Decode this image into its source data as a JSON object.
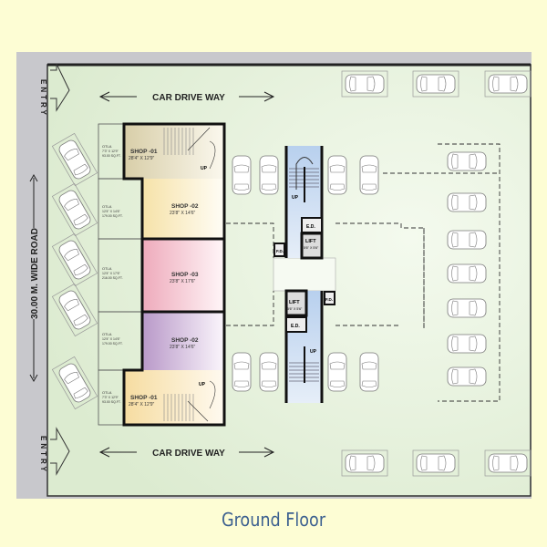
{
  "caption": "Ground Floor",
  "road_label": "30.00 M. WIDE ROAD",
  "entry_label": "ENTRY",
  "driveway_label": "CAR DRIVE WAY",
  "shops": [
    {
      "name": "SHOP -01",
      "size": "28'4\" X 12'9\"",
      "otla_label": "OTLA",
      "otla_size": "7'3\" X 12'9\"",
      "otla_area": "93.00 SQ.FT."
    },
    {
      "name": "SHOP -02",
      "size": "23'8\" X 14'6\"",
      "otla_label": "OTLA",
      "otla_size": "12'4\" X 14'6\"",
      "otla_area": "179.00 SQ.FT."
    },
    {
      "name": "SHOP -03",
      "size": "23'8\" X 17'6\"",
      "otla_label": "OTLA",
      "otla_size": "12'4\" X 17'6\"",
      "otla_area": "216.00 SQ.FT."
    },
    {
      "name": "SHOP -02",
      "size": "23'8\" X 14'6\"",
      "otla_label": "OTLA",
      "otla_size": "12'4\" X 14'6\"",
      "otla_area": "179.00 SQ.FT."
    },
    {
      "name": "SHOP -01",
      "size": "28'4\" X 12'9\"",
      "otla_label": "OTLA",
      "otla_size": "7'3\" X 12'9\"",
      "otla_area": "93.00 SQ.FT."
    }
  ],
  "core": {
    "lift": "LIFT",
    "lift_size": "5'6\" X 5'6\"",
    "ed": "E.D.",
    "fd": "F.D.",
    "up": "UP"
  },
  "colors": {
    "page": "#fdfdd4",
    "strip": "#c8c8cc",
    "plan": "#e6f2dc",
    "stair": "#c9dcf2"
  }
}
